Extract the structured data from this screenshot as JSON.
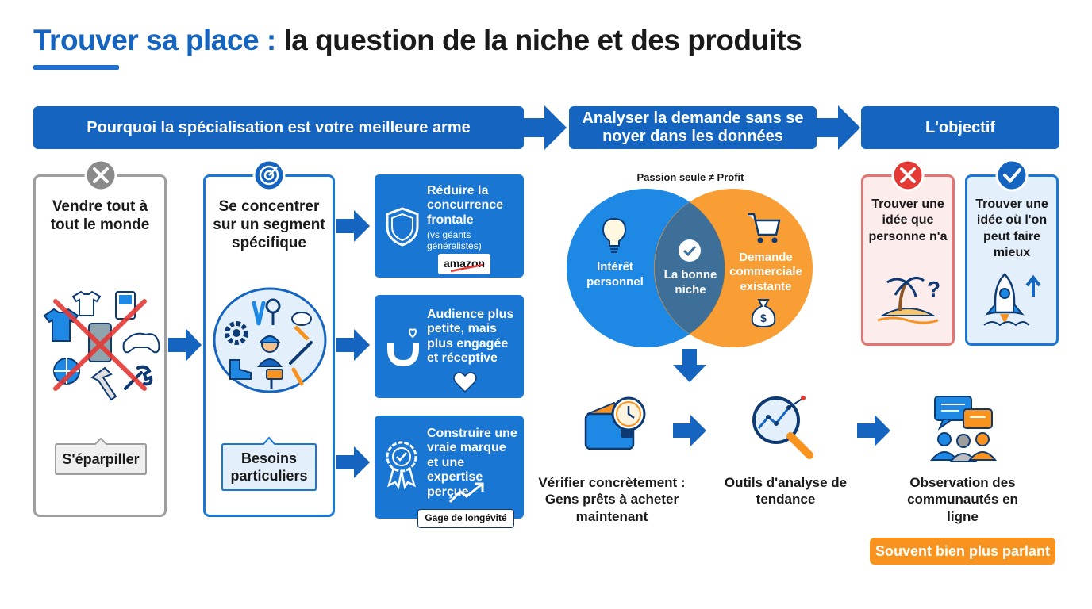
{
  "title": {
    "accent": "Trouver sa place :",
    "rest": "la question de la niche et des produits"
  },
  "headers": {
    "specialisation": "Pourquoi la spécialisation est votre meilleure arme",
    "demande": "Analyser la demande sans se noyer dans les données",
    "objectif": "L'objectif"
  },
  "left": {
    "card1_title": "Vendre tout à tout le monde",
    "card1_label": "S'éparpiller",
    "card2_title": "Se concentrer sur un segment spécifique",
    "card2_label": "Besoins particuliers"
  },
  "benefits": [
    {
      "text": "Réduire la concurrence frontale",
      "sub": "(vs géants généralistes)",
      "tag": "amazon"
    },
    {
      "text": "Audience plus petite, mais plus engagée et réceptive"
    },
    {
      "text": "Construire une vraie marque et une expertise perçue",
      "tag": "Gage de longévité"
    }
  ],
  "venn": {
    "caption": "Passion seule ≠ Profit",
    "left": "Intérêt personnel",
    "center": "La bonne niche",
    "right": "Demande commerciale existante"
  },
  "steps": [
    {
      "text": "Vérifier concrètement : Gens prêts à acheter maintenant"
    },
    {
      "text": "Outils d'analyse de tendance"
    },
    {
      "text": "Observation des communautés en ligne",
      "badge": "Souvent bien plus parlant"
    }
  ],
  "objectif": {
    "bad": "Trouver une idée que personne n'a",
    "good": "Trouver une idée où l'on peut faire mieux"
  },
  "colors": {
    "blue": "#1565c0",
    "orange": "#f7931e",
    "red": "#e53935"
  }
}
